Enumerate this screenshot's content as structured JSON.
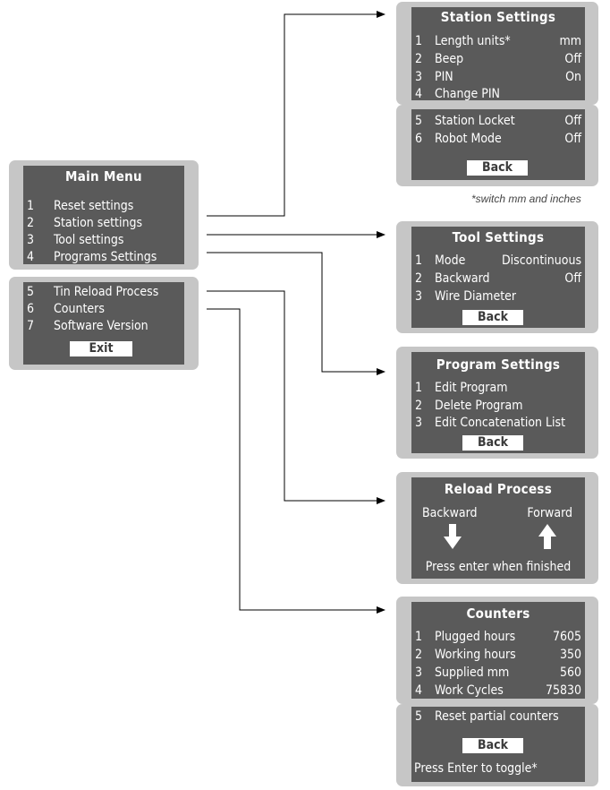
{
  "main_menu": {
    "title": "Main Menu",
    "items": [
      {
        "num": "1",
        "label": "Reset settings"
      },
      {
        "num": "2",
        "label": "Station settings"
      },
      {
        "num": "3",
        "label": "Tool settings"
      },
      {
        "num": "4",
        "label": "Programs Settings"
      }
    ],
    "items_more": [
      {
        "num": "5",
        "label": "Tin Reload Process"
      },
      {
        "num": "6",
        "label": "Counters"
      },
      {
        "num": "7",
        "label": "Software Version"
      }
    ],
    "exit_label": "Exit"
  },
  "station_settings": {
    "title": "Station Settings",
    "items": [
      {
        "num": "1",
        "label": "Length units*",
        "value": "mm"
      },
      {
        "num": "2",
        "label": "Beep",
        "value": "Off"
      },
      {
        "num": "3",
        "label": "PIN",
        "value": "On"
      },
      {
        "num": "4",
        "label": "Change PIN",
        "value": ""
      }
    ],
    "items_more": [
      {
        "num": "5",
        "label": "Station Locket",
        "value": "Off"
      },
      {
        "num": "6",
        "label": "Robot Mode",
        "value": "Off"
      }
    ],
    "back_label": "Back",
    "footnote": "*switch mm and inches"
  },
  "tool_settings": {
    "title": "Tool Settings",
    "items": [
      {
        "num": "1",
        "label": "Mode",
        "value": "Discontinuous"
      },
      {
        "num": "2",
        "label": "Backward",
        "value": "Off"
      },
      {
        "num": "3",
        "label": "Wire Diameter",
        "value": ""
      }
    ],
    "back_label": "Back"
  },
  "program_settings": {
    "title": "Program Settings",
    "items": [
      {
        "num": "1",
        "label": "Edit Program"
      },
      {
        "num": "2",
        "label": "Delete Program"
      },
      {
        "num": "3",
        "label": "Edit Concatenation List"
      }
    ],
    "back_label": "Back"
  },
  "reload_process": {
    "title": "Reload Process",
    "backward_label": "Backward",
    "forward_label": "Forward",
    "footer": "Press enter when finished",
    "icons": [
      "arrow-down-icon",
      "arrow-up-icon"
    ]
  },
  "counters": {
    "title": "Counters",
    "items": [
      {
        "num": "1",
        "label": "Plugged hours",
        "value": "7605"
      },
      {
        "num": "2",
        "label": "Working hours",
        "value": "350"
      },
      {
        "num": "3",
        "label": "Supplied mm",
        "value": "560"
      },
      {
        "num": "4",
        "label": "Work Cycles",
        "value": "75830"
      }
    ],
    "items_more": [
      {
        "num": "5",
        "label": "Reset partial counters"
      }
    ],
    "back_label": "Back",
    "footer": "Press Enter to toggle*"
  },
  "colors": {
    "screen": "#5a5a5a",
    "bezel": "#c6c6c6",
    "text": "#ffffff",
    "connector": "#000000"
  }
}
